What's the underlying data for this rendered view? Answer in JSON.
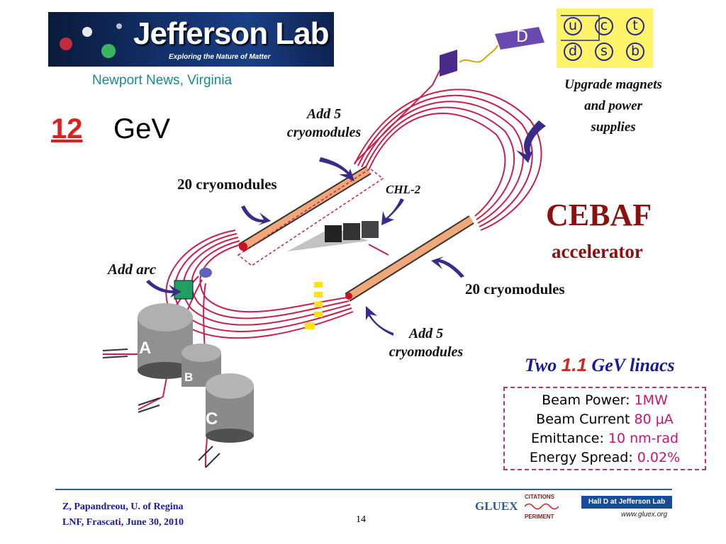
{
  "header": {
    "logo_title": "Jefferson Lab",
    "logo_subtitle": "Exploring the Nature of Matter",
    "location": "Newport News, Virginia"
  },
  "energy": {
    "value": "12",
    "unit": "GeV"
  },
  "quarks": {
    "top_row": [
      "u",
      "c",
      "t"
    ],
    "bottom_row": [
      "d",
      "s",
      "b"
    ]
  },
  "hall_d": {
    "label": "D"
  },
  "labels": {
    "upgrade_magnets": [
      "Upgrade magnets",
      "and power",
      "supplies"
    ],
    "add5_top": [
      "Add 5",
      "cryomodules"
    ],
    "cryo20_top": "20 cryomodules",
    "chl2": "CHL-2",
    "add_arc": "Add arc",
    "cryo20_bottom": "20 cryomodules",
    "add5_bottom": [
      "Add 5",
      "cryomodules"
    ],
    "hall_a": "A",
    "hall_b": "B",
    "hall_c": "C"
  },
  "cebaf": {
    "title": "CEBAF",
    "subtitle": "accelerator"
  },
  "linacs": {
    "prefix": "Two ",
    "value": "1.1",
    "suffix": " GeV linacs"
  },
  "params": [
    {
      "label": "Beam Power: ",
      "value": "1MW"
    },
    {
      "label": "Beam Current  ",
      "value": "80 μA"
    },
    {
      "label": "Emittance: ",
      "value": "10 nm-rad"
    },
    {
      "label": "Energy Spread: ",
      "value": "0.02%"
    }
  ],
  "footer": {
    "author": "Z, Papandreou, U. of Regina",
    "venue": "LNF, Frascati, June 30, 2010",
    "page": "14",
    "gluex_logo": "GLUEX",
    "gluex_citations": "CITATIONS",
    "gluex_periment": "PERIMENT",
    "halld_banner": "Hall D at Jefferson Lab",
    "url": "www.gluex.org"
  },
  "colors": {
    "accelerator_lines": "#c8204a",
    "cebaf_text": "#8b1111",
    "linac_text": "#1a1a9a",
    "highlight_red": "#e02020",
    "param_value": "#d01070",
    "arrow_fill": "#3a2a8a"
  }
}
